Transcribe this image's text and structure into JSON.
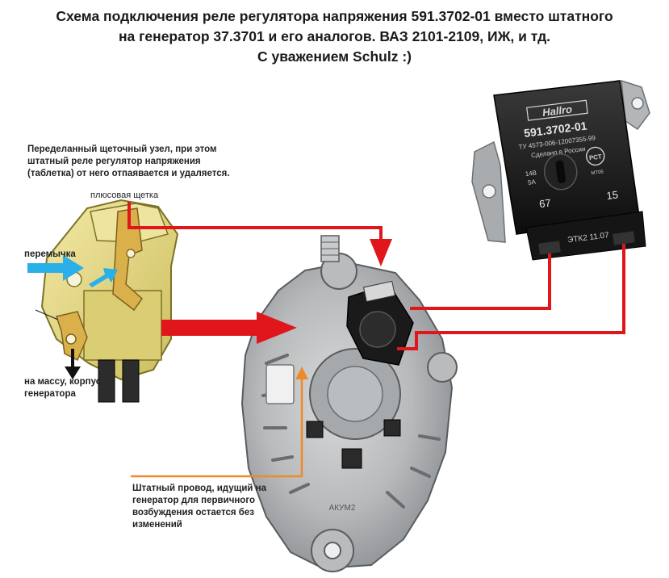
{
  "title": {
    "line1": "Схема подключения реле регулятора напряжения 591.3702-01 вместо штатного",
    "line2": "на генератор 37.3701 и его аналогов. ВАЗ 2101-2109, ИЖ, и тд.",
    "line3": "С уважением Schulz :)"
  },
  "notes": {
    "brush_unit": {
      "line1": "Переделанный щеточный узел, при этом",
      "line2": "штатный реле регулятор напряжения",
      "line3": "(таблетка) от него отпаявается и удаляется."
    },
    "plus_brush": "плюсовая щетка",
    "jumper": "перемычка",
    "ground": {
      "line1": "на массу, корпус",
      "line2": "генератора"
    },
    "stock_wire": {
      "line1": "Штатный провод, идущий на",
      "line2": "генератор для первичного",
      "line3": "возбуждения остается без",
      "line4": "изменений"
    }
  },
  "regulator": {
    "brand": "Hallro",
    "model": "591.3702-01",
    "tu": "ТУ 4573-006-12007355-99",
    "made_in": "Сделано в России",
    "rating_v": "14В",
    "rating_a": "5А",
    "terminal_67": "67",
    "terminal_15": "15",
    "stamp": "ЭТК2  11.07",
    "cert": "РСТ",
    "cert_code": "МТ05"
  },
  "alternator": {
    "marking": "АКУМ2"
  },
  "colors": {
    "wire_red": "#e0161c",
    "arrow_blue": "#2ab0e8",
    "arrow_orange": "#ee8a2a",
    "brush_yellow": "#e8dc8a"
  }
}
